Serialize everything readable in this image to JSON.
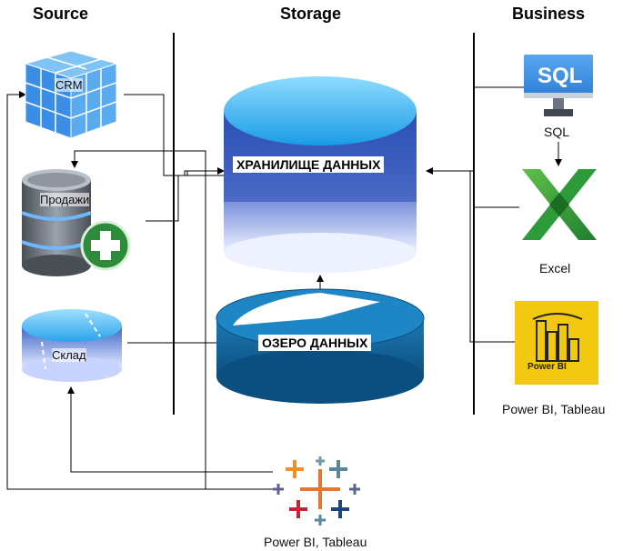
{
  "headers": {
    "source": "Source",
    "storage": "Storage",
    "business": "Business"
  },
  "nodes": {
    "crm": "CRM",
    "sales": "Продажи",
    "warehouse": "Склад",
    "data_warehouse": "ХРАНИЛИЩЕ ДАННЫХ",
    "data_lake": "ОЗЕРО ДАННЫХ",
    "sql_badge": "SQL",
    "sql": "SQL",
    "excel": "Excel",
    "powerbi_badge": "Power BI",
    "powerbi_caption": "Power BI, Tableau",
    "tableau_caption": "Power BI, Tableau"
  },
  "colors": {
    "divider": "#000000",
    "warehouse_blue": "#1e3c9c",
    "lake_blue": "#1a6fa8",
    "sql_blue": "#3a8ee6",
    "excel_green": "#2e9b3a",
    "powerbi_yellow": "#f2c811"
  },
  "icons": {
    "crm": "grid-cube-icon",
    "sales": "database-add-icon",
    "warehouse": "disk-icon",
    "sql": "sql-monitor-icon",
    "excel": "excel-icon",
    "powerbi": "powerbi-icon",
    "tableau": "tableau-icon"
  }
}
